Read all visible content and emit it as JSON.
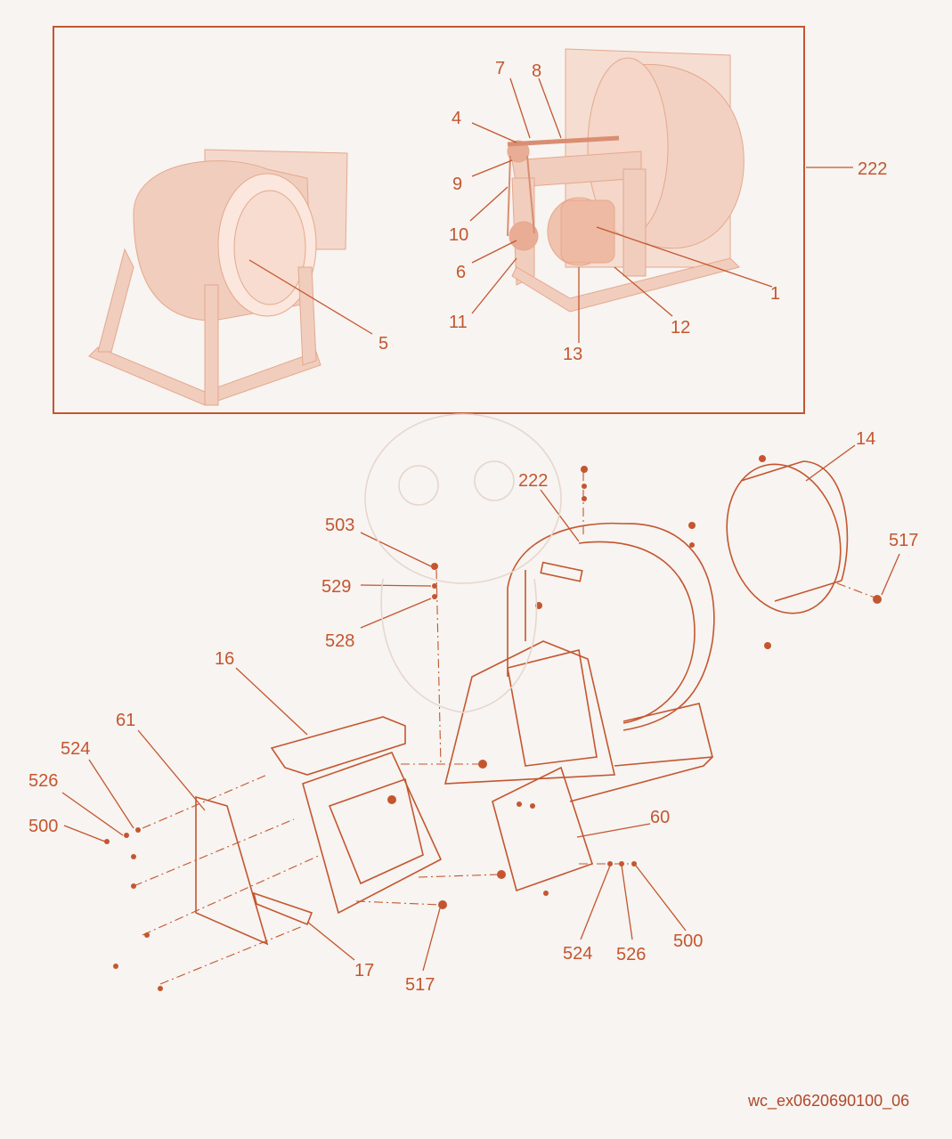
{
  "colors": {
    "accent": "#c4562f",
    "background": "#f7f4f1",
    "photo_tint": "#f1c7b3"
  },
  "photo_callouts": [
    "222",
    "4",
    "7",
    "8",
    "9",
    "10",
    "6",
    "11",
    "13",
    "12",
    "1",
    "5"
  ],
  "exploded_callouts": [
    "14",
    "222",
    "503",
    "529",
    "528",
    "517",
    "16",
    "61",
    "524",
    "526",
    "500",
    "60",
    "524",
    "526",
    "500",
    "17",
    "517"
  ],
  "footer": {
    "reference": "wc_ex0620690100_06"
  }
}
